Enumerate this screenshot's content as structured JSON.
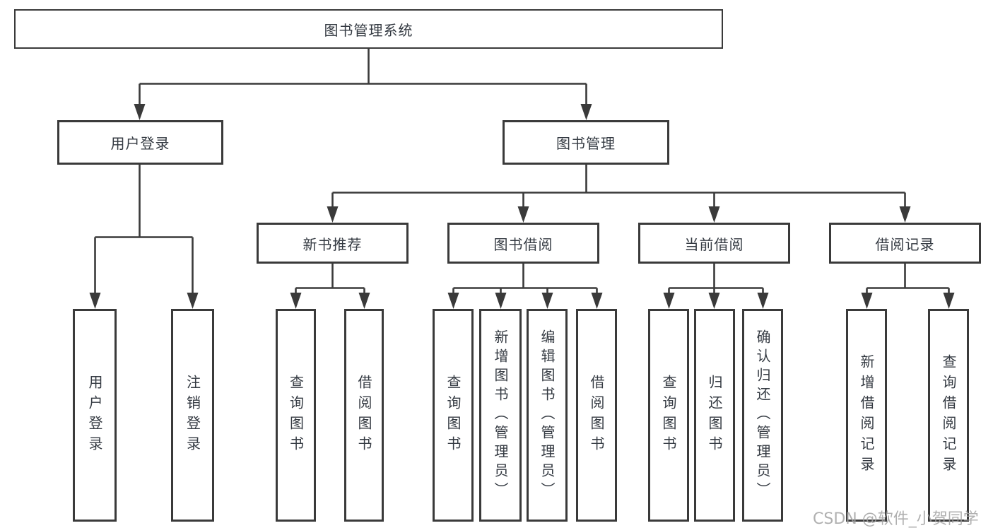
{
  "colors": {
    "background": "#ffffff",
    "line": "#3a3a3a",
    "box_border": "#3a3a3a",
    "text": "#343a42",
    "watermark": "#a3a3a3"
  },
  "diagram": {
    "root": {
      "label": "图书管理系统"
    },
    "branches": [
      {
        "label": "用户登录",
        "children": [
          {
            "label": "用户登录"
          },
          {
            "label": "注销登录"
          }
        ]
      },
      {
        "label": "图书管理",
        "children": [
          {
            "label": "新书推荐",
            "children": [
              {
                "label": "查询图书"
              },
              {
                "label": "借阅图书"
              }
            ]
          },
          {
            "label": "图书借阅",
            "children": [
              {
                "label": "查询图书"
              },
              {
                "label": "新增图书（管理员）"
              },
              {
                "label": "编辑图书（管理员）"
              },
              {
                "label": "借阅图书"
              }
            ]
          },
          {
            "label": "当前借阅",
            "children": [
              {
                "label": "查询图书"
              },
              {
                "label": "归还图书"
              },
              {
                "label": "确认归还（管理员）"
              }
            ]
          },
          {
            "label": "借阅记录",
            "children": [
              {
                "label": "新增借阅记录"
              },
              {
                "label": "查询借阅记录"
              }
            ]
          }
        ]
      }
    ]
  },
  "watermark": {
    "text": "CSDN @软件_小贺同学"
  }
}
